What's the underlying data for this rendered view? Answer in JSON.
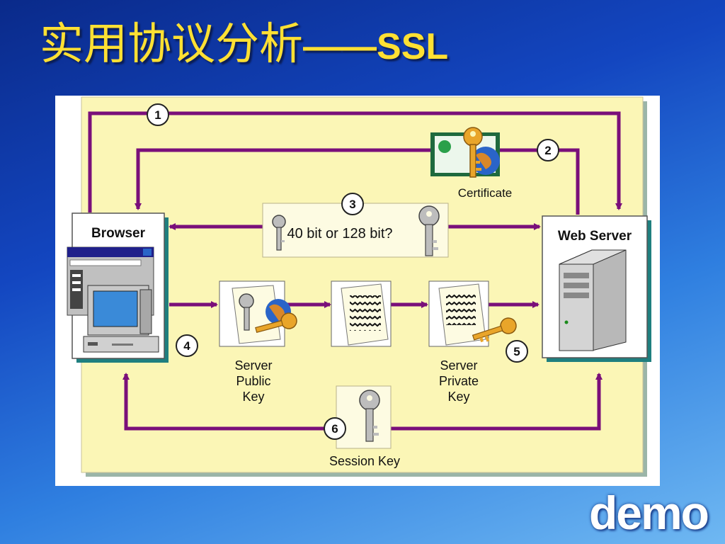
{
  "slide": {
    "title_cn": "实用协议分析",
    "title_sub": "——SSL",
    "corner_label": "demo"
  },
  "diagram": {
    "browser_label": "Browser",
    "server_label": "Web Server",
    "certificate_label": "Certificate",
    "bits_label": "40 bit or 128 bit?",
    "public_key_label": [
      "Server",
      "Public",
      "Key"
    ],
    "private_key_label": [
      "Server",
      "Private",
      "Key"
    ],
    "session_key_label": "Session Key",
    "steps": [
      "1",
      "2",
      "3",
      "4",
      "5",
      "6"
    ]
  },
  "colors": {
    "arrow": "#7a0f7a",
    "panel_fill": "#fbf6b6",
    "title": "#ffe033"
  }
}
